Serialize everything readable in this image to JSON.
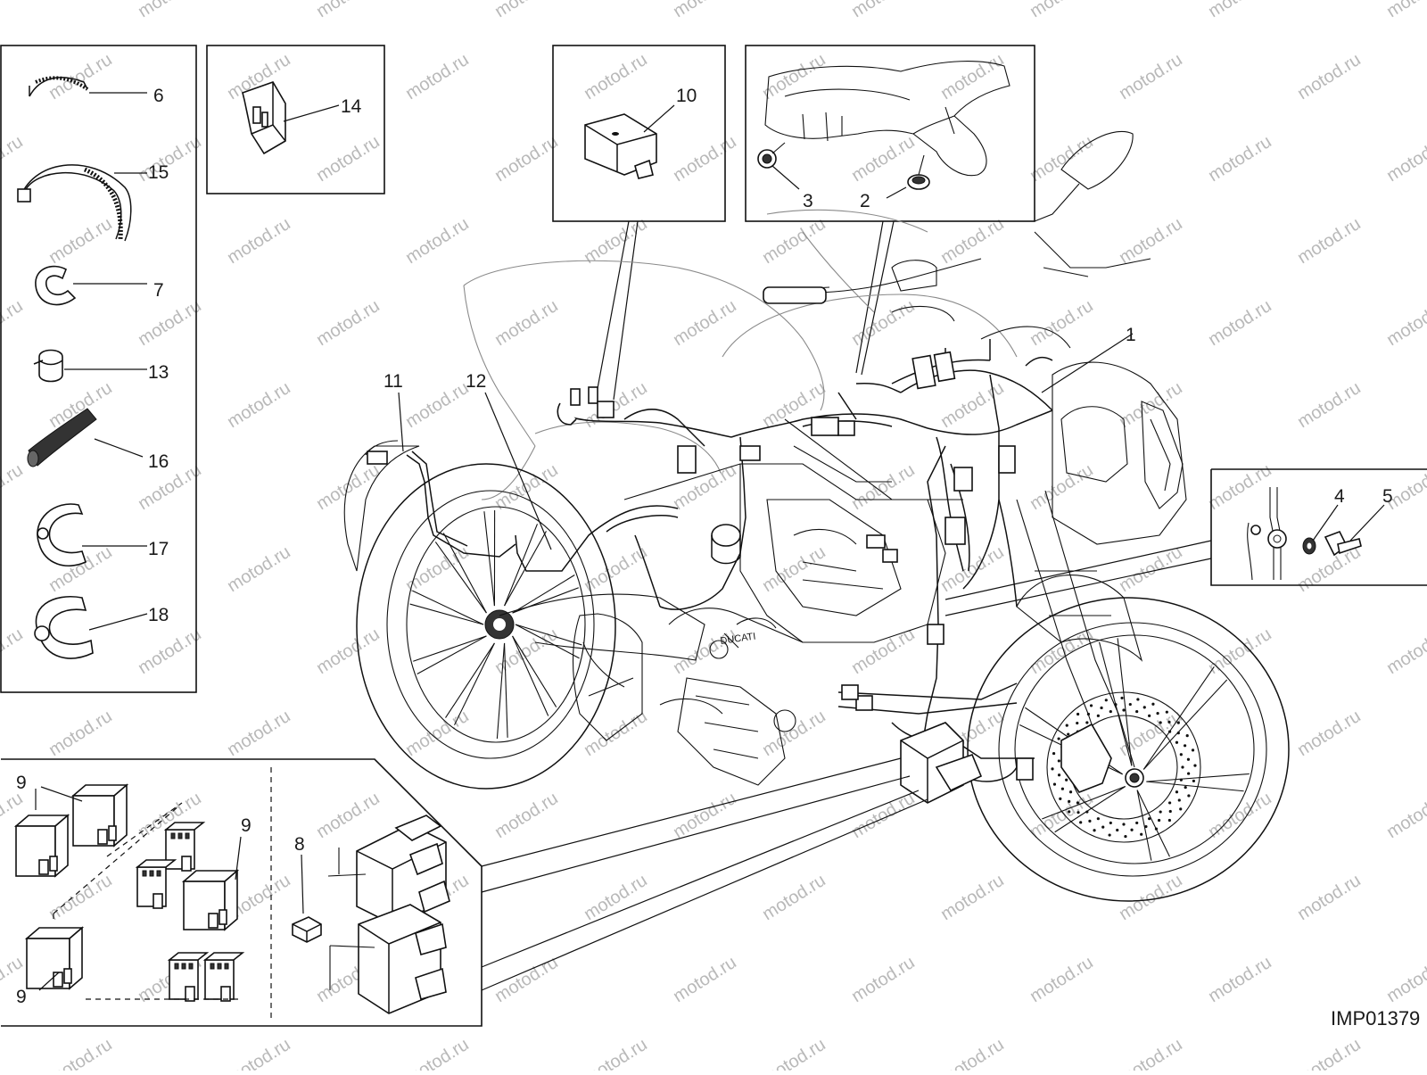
{
  "diagram": {
    "code": "IMP01379",
    "watermark": "motod.ru",
    "callouts": {
      "c1": "1",
      "c2": "2",
      "c3": "3",
      "c4": "4",
      "c5": "5",
      "c6": "6",
      "c7": "7",
      "c8": "8",
      "c9a": "9",
      "c9b": "9",
      "c9c": "9",
      "c10": "10",
      "c11": "11",
      "c12": "12",
      "c13": "13",
      "c14": "14",
      "c15": "15",
      "c16": "16",
      "c17": "17",
      "c18": "18"
    },
    "colors": {
      "line": "#111111",
      "watermark": "#b9b9b9",
      "background": "#ffffff"
    }
  }
}
